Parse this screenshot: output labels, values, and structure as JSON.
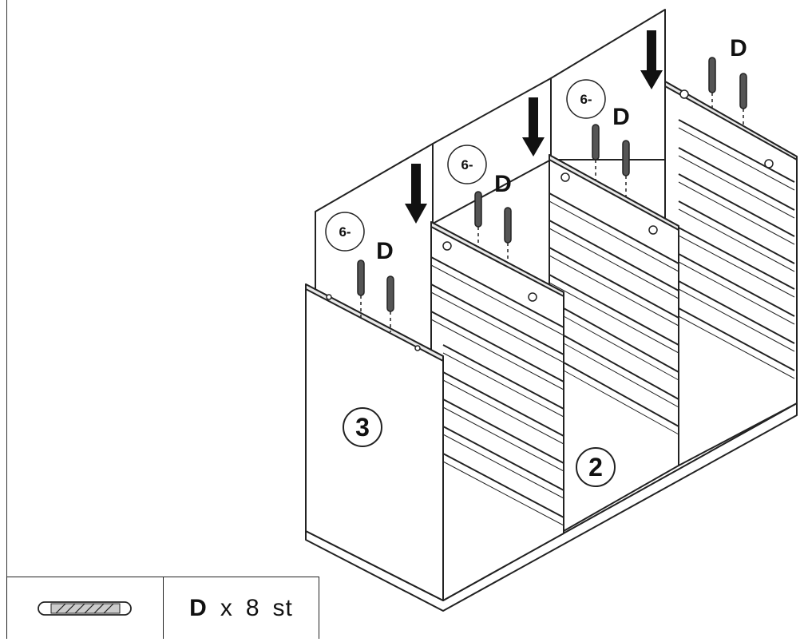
{
  "labels": {
    "dowel_letter": "D",
    "panel_3": "3",
    "panel_2": "2",
    "quantity_6": "6-"
  },
  "legend": {
    "part_letter": "D",
    "times": "x",
    "count": "8",
    "unit": "st"
  },
  "colors": {
    "line": "#222222",
    "fill": "#ffffff",
    "shade": "#e9e9e9"
  },
  "icons": [
    "wooden-dowel-icon",
    "down-arrow-icon"
  ]
}
